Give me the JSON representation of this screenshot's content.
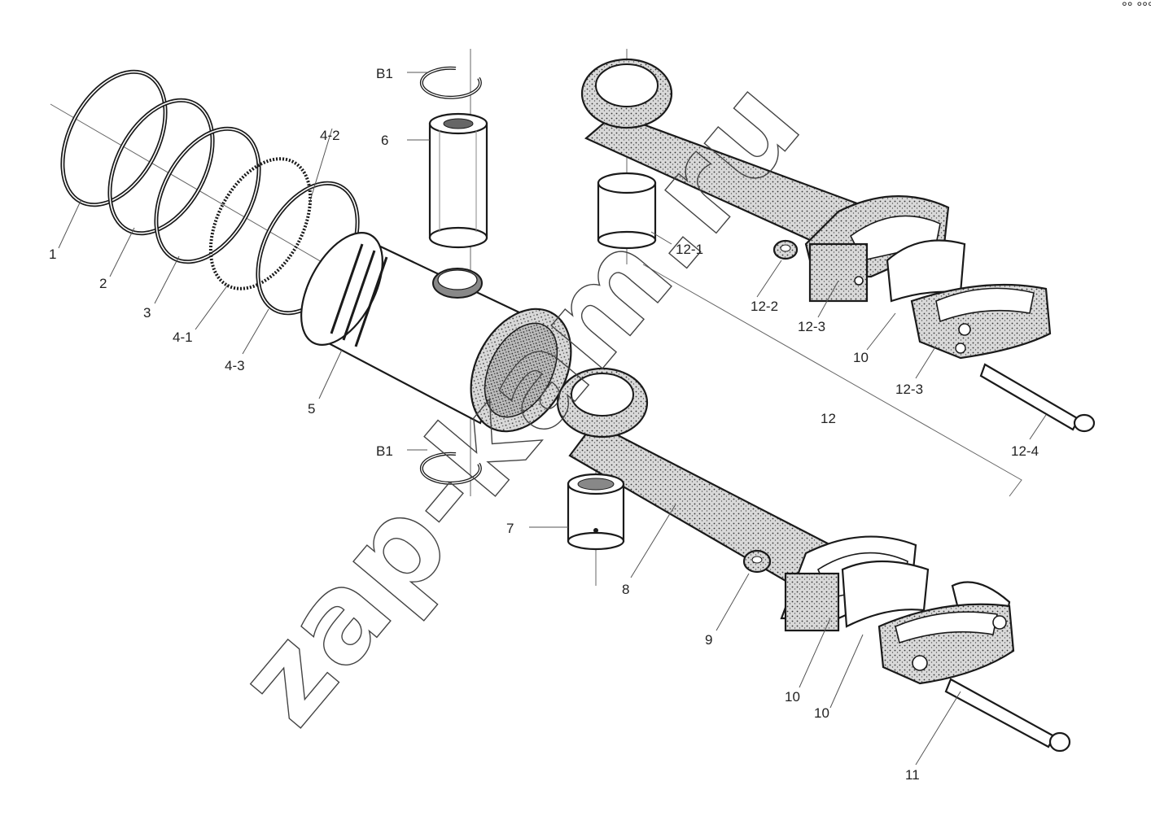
{
  "watermark": "zap-kam.ru",
  "corner_mark": "°° °°°",
  "labels": {
    "p1": "1",
    "p2": "2",
    "p3": "3",
    "p4_1": "4-1",
    "p4_2": "4-2",
    "p4_3": "4-3",
    "p5": "5",
    "p6": "6",
    "p7": "7",
    "p8": "8",
    "p9": "9",
    "p10_a": "10",
    "p10_b": "10",
    "p10_c": "10",
    "p11": "11",
    "p12": "12",
    "p12_1": "12-1",
    "p12_2": "12-2",
    "p12_3_a": "12-3",
    "p12_3_b": "12-3",
    "p12_4": "12-4",
    "b1_top": "B1",
    "b1_bottom": "B1"
  },
  "colors": {
    "ink": "#1a1a1a",
    "paper": "#ffffff",
    "leader": "#555555"
  }
}
